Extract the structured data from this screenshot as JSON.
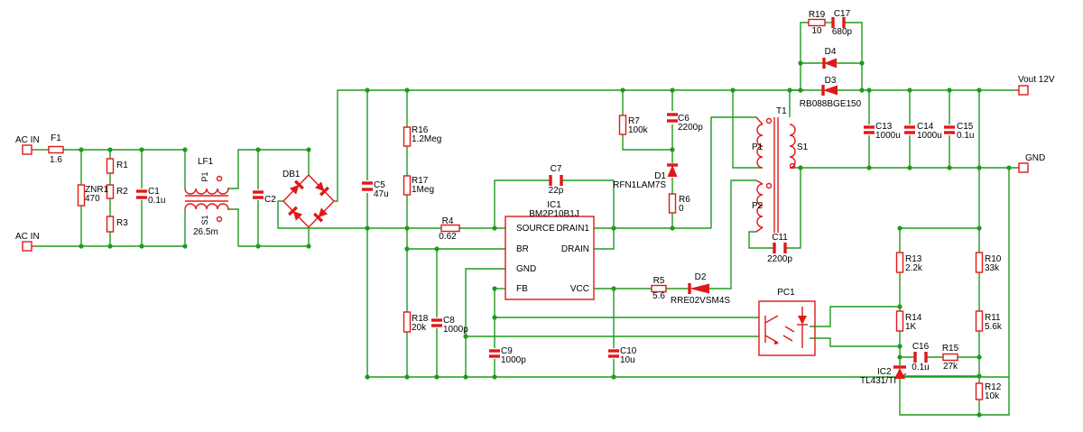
{
  "ports": {
    "ac_in_top": "AC IN",
    "ac_in_bottom": "AC IN",
    "vout": "Vout 12V",
    "gnd": "GND"
  },
  "components": {
    "F1": {
      "ref": "F1",
      "value": "1.6"
    },
    "ZNR1": {
      "ref": "ZNR1",
      "value": "470"
    },
    "R1": {
      "ref": "R1",
      "value": ""
    },
    "R2": {
      "ref": "R2",
      "value": ""
    },
    "R3": {
      "ref": "R3",
      "value": ""
    },
    "C1": {
      "ref": "C1",
      "value": "0.1u"
    },
    "LF1": {
      "ref": "LF1",
      "value": "26.5m",
      "p": "P1",
      "s": "S1"
    },
    "C2": {
      "ref": "C2",
      "value": ""
    },
    "DB1": {
      "ref": "DB1",
      "value": ""
    },
    "C5": {
      "ref": "C5",
      "value": "47u"
    },
    "R16": {
      "ref": "R16",
      "value": "1.2Meg"
    },
    "R17": {
      "ref": "R17",
      "value": "1Meg"
    },
    "R18": {
      "ref": "R18",
      "value": "20k"
    },
    "C8": {
      "ref": "C8",
      "value": "1000p"
    },
    "R4": {
      "ref": "R4",
      "value": "0.62"
    },
    "C7": {
      "ref": "C7",
      "value": "22p"
    },
    "IC1": {
      "ref": "IC1",
      "value": "BM2P10B1J",
      "pins": {
        "source": "SOURCE",
        "br": "BR",
        "gnd": "GND",
        "fb": "FB",
        "drain1": "DRAIN1",
        "drain": "DRAIN",
        "vcc": "VCC"
      }
    },
    "C9": {
      "ref": "C9",
      "value": "1000p"
    },
    "C10": {
      "ref": "C10",
      "value": "10u"
    },
    "R7": {
      "ref": "R7",
      "value": "100k"
    },
    "C6": {
      "ref": "C6",
      "value": "2200p"
    },
    "D1": {
      "ref": "D1",
      "value": "RFN1LAM7S"
    },
    "R6": {
      "ref": "R6",
      "value": "0"
    },
    "R5": {
      "ref": "R5",
      "value": "5.6"
    },
    "D2": {
      "ref": "D2",
      "value": "RRE02VSM4S"
    },
    "T1": {
      "ref": "T1",
      "value": "",
      "p1": "P1",
      "p2": "P2",
      "s1": "S1"
    },
    "C11": {
      "ref": "C11",
      "value": "2200p"
    },
    "R19": {
      "ref": "R19",
      "value": "10"
    },
    "C17": {
      "ref": "C17",
      "value": "680p"
    },
    "D4": {
      "ref": "D4",
      "value": ""
    },
    "D3": {
      "ref": "D3",
      "value": "RB088BGE150"
    },
    "C13": {
      "ref": "C13",
      "value": "1000u"
    },
    "C14": {
      "ref": "C14",
      "value": "1000u"
    },
    "C15": {
      "ref": "C15",
      "value": "0.1u"
    },
    "PC1": {
      "ref": "PC1",
      "value": ""
    },
    "R13": {
      "ref": "R13",
      "value": "2.2k"
    },
    "R14": {
      "ref": "R14",
      "value": "1K"
    },
    "C16": {
      "ref": "C16",
      "value": "0.1u"
    },
    "R15": {
      "ref": "R15",
      "value": "27k"
    },
    "IC2": {
      "ref": "IC2",
      "value": "TL431/TI"
    },
    "R10": {
      "ref": "R10",
      "value": "33k"
    },
    "R11": {
      "ref": "R11",
      "value": "5.6k"
    },
    "R12": {
      "ref": "R12",
      "value": "10k"
    }
  },
  "colors": {
    "wire": "#1f9a1f",
    "component": "#e01818",
    "text": "#000000",
    "background": "#ffffff"
  }
}
